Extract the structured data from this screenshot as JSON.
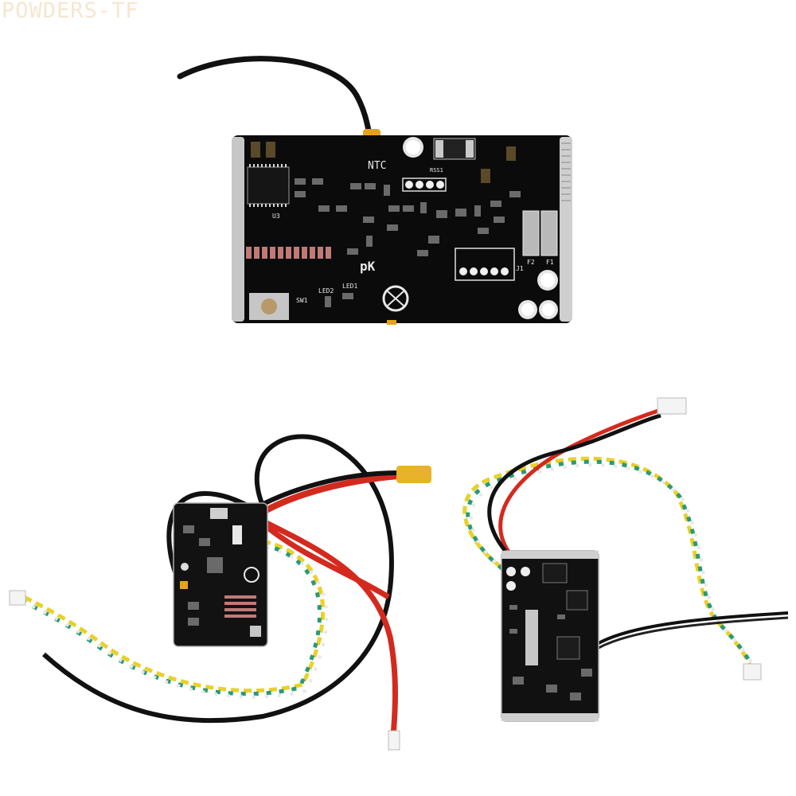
{
  "watermark": {
    "text": "POWDERS-TF"
  },
  "main_board": {
    "ntc_label": "NTC",
    "chip_label": "U3",
    "brand_text": "pK",
    "switch_label": "SW1",
    "connector_label": "J1",
    "fuse_labels": [
      "F1",
      "F2"
    ],
    "led_labels": [
      "LED1",
      "LED2"
    ],
    "rss_label": "RSS1"
  },
  "colors": {
    "board": "#0b0b0b",
    "edge_plating": "#c6c6c6",
    "silkscreen": "#e9e9e9",
    "wire_black": "#111111",
    "wire_red": "#d42a1e",
    "wire_yellow": "#e8d12a",
    "wire_green": "#2a9a74",
    "wire_white": "#f2f2f2",
    "connector_yellow": "#e8b22a",
    "ntc_tape": "#e6a21c"
  }
}
